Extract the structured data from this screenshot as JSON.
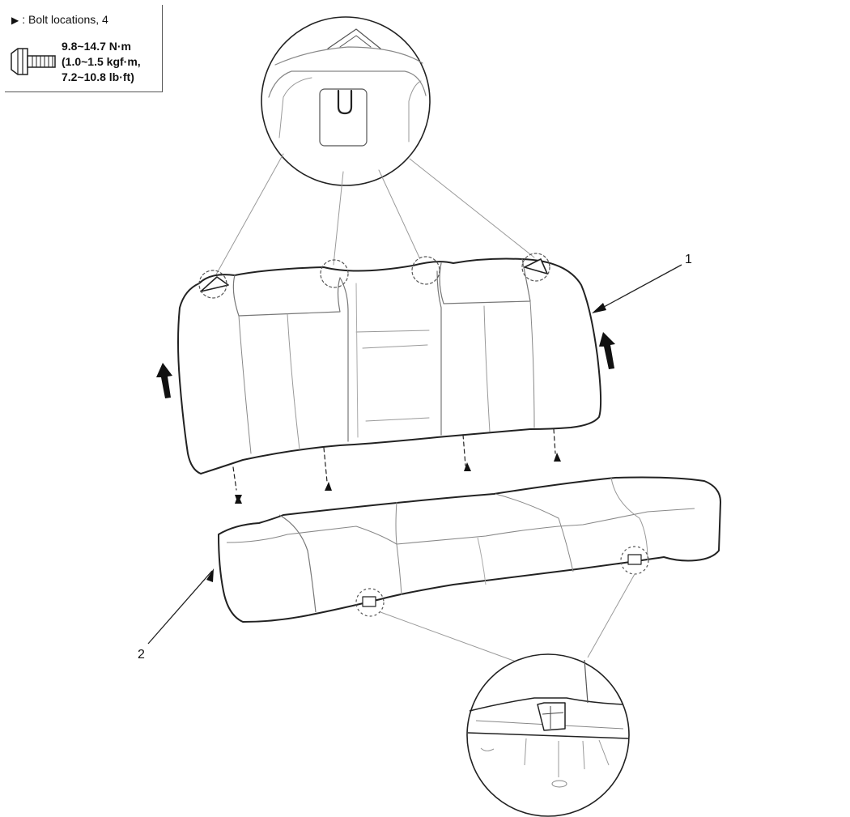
{
  "legend": {
    "symbol_label": ": Bolt locations, 4",
    "torque_line1": "9.8~14.7 N·m",
    "torque_line2": "(1.0~1.5 kgf·m,",
    "torque_line3": "7.2~10.8 lb·ft)",
    "bolt_icon": "bolt-icon",
    "triangle_icon": "triangle-marker-icon"
  },
  "callouts": {
    "backrest": "1",
    "cushion": "2"
  },
  "colors": {
    "line": "#222222",
    "thin_line": "#9a9a9a",
    "detail_circle": "#777777"
  }
}
